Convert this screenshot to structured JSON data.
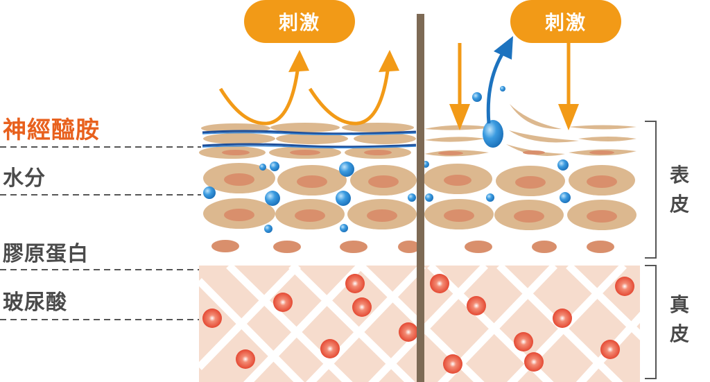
{
  "stimulus_left": "刺激",
  "stimulus_right": "刺激",
  "labels": {
    "niacinamide": "神經醯胺",
    "water": "水分",
    "collagen": "膠原蛋白",
    "hyaluronic": "玻尿酸"
  },
  "layers": {
    "epidermis_1": "表",
    "epidermis_2": "皮",
    "dermis_1": "真",
    "dermis_2": "皮"
  },
  "colors": {
    "orange": "#f29a17",
    "accent_text": "#e8611e",
    "cell_fill": "#dcb88f",
    "cell_nucleus": "#d98f6c",
    "water_drop": "#2f8fd6",
    "dermis_bg": "#f6dccd",
    "fiber": "#ffffff",
    "red_dot": "#e8462a",
    "divider": "#7d6a55",
    "barrier_line": "#1e4f9a"
  }
}
